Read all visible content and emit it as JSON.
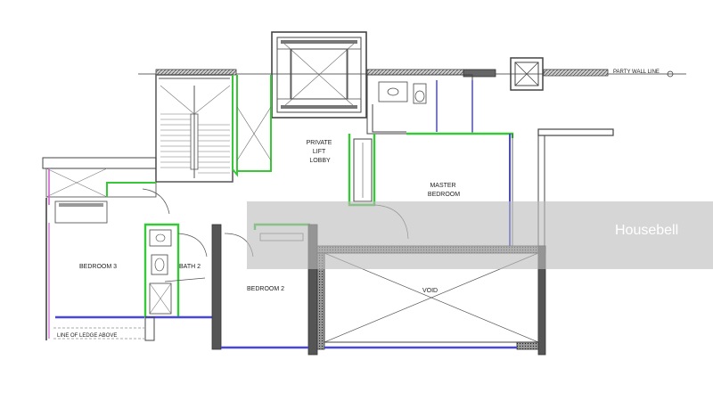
{
  "plan": {
    "labels": {
      "party_wall_line": "PARTY WALL LINE",
      "private_lift_lobby": [
        "PRIVATE",
        "LIFT",
        "LOBBY"
      ],
      "master_bedroom": [
        "MASTER",
        "BEDROOM"
      ],
      "bedroom_3": "BEDROOM 3",
      "bath_2": "BATH 2",
      "bedroom_2": "BEDROOM 2",
      "void": "VOID",
      "ledge_note": "LINE OF LEDGE ABOVE"
    },
    "watermark": "Housebell",
    "colors": {
      "wall": "#444444",
      "partition": "#37c837",
      "window": "#4848e0",
      "hatch": "#555555",
      "pink": "#d060d0",
      "band": "#bdbdbd"
    }
  }
}
